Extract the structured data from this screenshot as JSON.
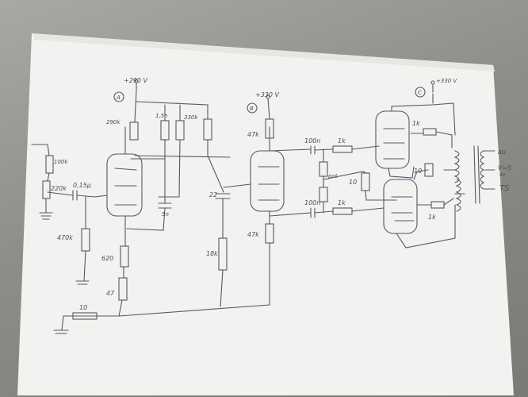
{
  "photo": {
    "description_colors": {
      "table": "#8e8d89",
      "paper": "#f4f4f2",
      "ink": "#4f5360"
    }
  },
  "labels": {
    "v_a": "+290 V",
    "v_b": "+330 V",
    "v_c": "+330 V",
    "node_a": "A",
    "node_b": "B",
    "node_c": "C",
    "r_100k": "100k",
    "r_220k": "220k",
    "c_015u": "0,15µ",
    "r_470k": "470k",
    "r_290k": "290k",
    "c_15n": "1,5n",
    "r_330k": "330k",
    "c_5n": "5n",
    "r_620": "620",
    "r_47": "47",
    "r_10": "10",
    "c_22": "22",
    "r_18k": "18k",
    "r_47k_top": "47k",
    "r_47k_bottom": "47k",
    "c_100n_top": "100n",
    "c_100n_bottom": "100n",
    "r_1k_top": "1k",
    "r_1k_bottom": "1k",
    "pot": "pot",
    "r_10_mid": "10",
    "r_1k_g1": "1k",
    "r_1k_g2": "1k",
    "r_10_cath": "10",
    "out_8": "8Ω",
    "out_v": "V=S",
    "out_t": "TS",
    "out_small": "4Ω"
  }
}
